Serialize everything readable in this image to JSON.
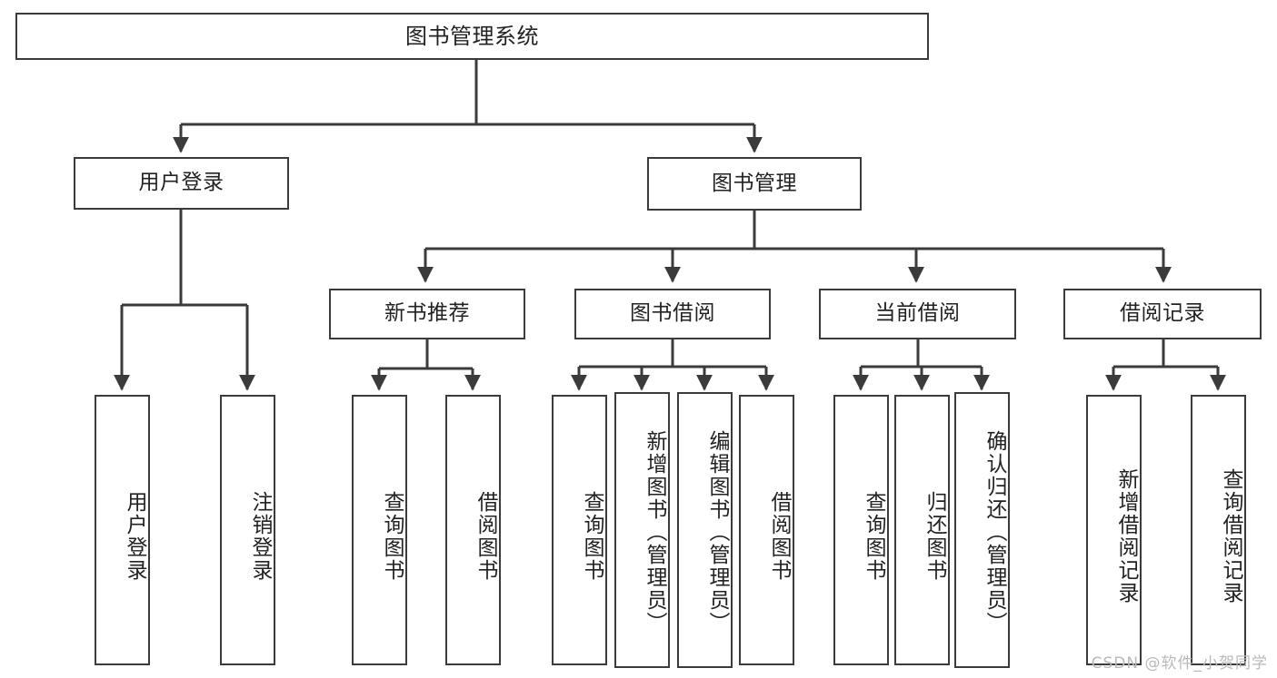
{
  "diagram": {
    "title": "图书管理系统",
    "type": "tree",
    "root": {
      "label": "图书管理系统"
    },
    "level2": [
      {
        "label": "用户登录"
      },
      {
        "label": "图书管理"
      }
    ],
    "level3": [
      {
        "label": "新书推荐"
      },
      {
        "label": "图书借阅"
      },
      {
        "label": "当前借阅"
      },
      {
        "label": "借阅记录"
      }
    ],
    "leaves": {
      "user_login": [
        {
          "label": "用户登录"
        },
        {
          "label": "注销登录"
        }
      ],
      "new_book_recommend": [
        {
          "label": "查询图书"
        },
        {
          "label": "借阅图书"
        }
      ],
      "book_borrow": [
        {
          "label": "查询图书"
        },
        {
          "label": "新增图书（管理员）"
        },
        {
          "label": "编辑图书（管理员）"
        },
        {
          "label": "借阅图书"
        }
      ],
      "current_borrow": [
        {
          "label": "查询图书"
        },
        {
          "label": "归还图书"
        },
        {
          "label": "确认归还（管理员）"
        }
      ],
      "borrow_record": [
        {
          "label": "新增借阅记录"
        },
        {
          "label": "查询借阅记录"
        }
      ]
    }
  },
  "watermark": {
    "text": "CSDN @软件_小贺同学"
  },
  "colors": {
    "border": "#3b3b3b",
    "text": "#222222",
    "background": "#ffffff",
    "watermark": "#b9b9b9"
  }
}
